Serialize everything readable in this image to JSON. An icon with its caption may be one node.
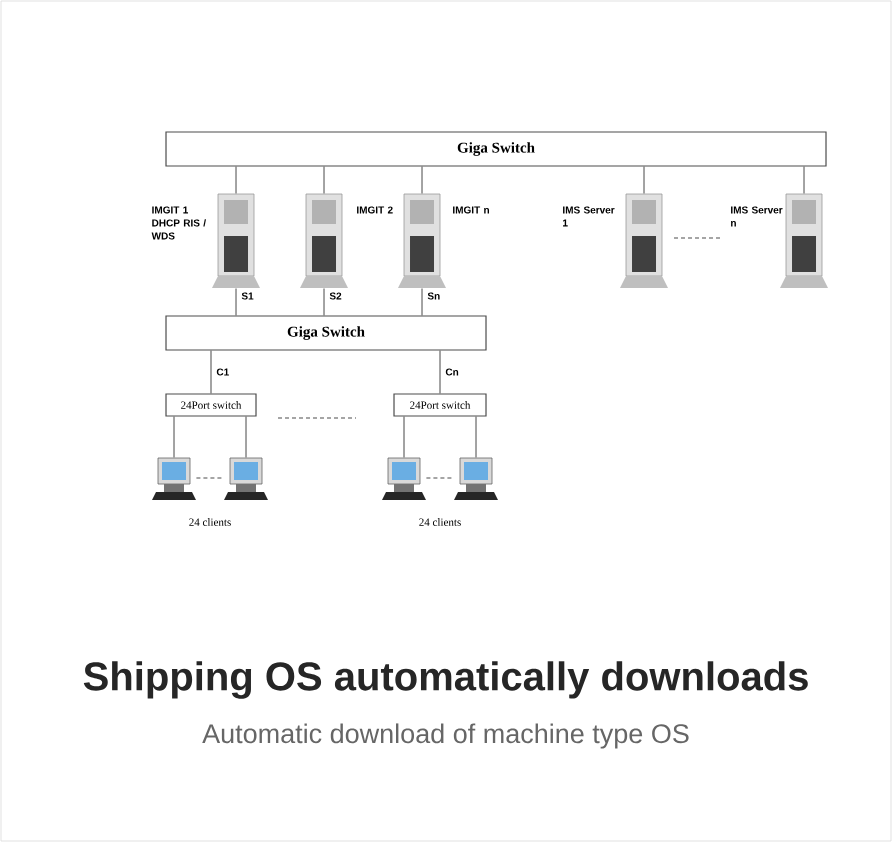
{
  "diagram": {
    "title": "Shipping OS automatically downloads",
    "caption": "Automatic download of machine type OS",
    "nodes": [
      {
        "text": [
          "Giga Switch"
        ]
      },
      {
        "text": [],
        "shape": "server",
        "beside": [
          "IMGIT 1 DHCP RIS / WDS"
        ]
      },
      {
        "text": [],
        "shape": "server",
        "beside": [
          "IMGIT 2"
        ]
      },
      {
        "text": [],
        "shape": "server",
        "beside": [
          "IMGIT n"
        ]
      },
      {
        "text": [],
        "shape": "server",
        "beside": [
          "IMS Server 1"
        ]
      },
      {
        "text": [],
        "shape": "server",
        "beside": [
          "IMS Server n"
        ]
      },
      {
        "text": [
          "Giga Switch"
        ]
      },
      {
        "text": [
          "24Port switch"
        ]
      },
      {
        "text": [
          "24Port switch"
        ]
      },
      {
        "text": [],
        "shape": "computer"
      },
      {
        "text": [],
        "shape": "computer"
      },
      {
        "text": [],
        "shape": "computer"
      },
      {
        "text": [],
        "shape": "computer"
      }
    ],
    "edges": [
      {
        "from": 0,
        "to": 1,
        "arrow": "none"
      },
      {
        "from": 0,
        "to": 2,
        "arrow": "none"
      },
      {
        "from": 0,
        "to": 3,
        "arrow": "none"
      },
      {
        "from": 0,
        "to": 4,
        "arrow": "none"
      },
      {
        "from": 0,
        "to": 5,
        "arrow": "none"
      },
      {
        "from": 1,
        "to": 6,
        "arrow": "none",
        "label": "S1"
      },
      {
        "from": 2,
        "to": 6,
        "arrow": "none",
        "label": "S2"
      },
      {
        "from": 3,
        "to": 6,
        "arrow": "none",
        "label": "Sn"
      },
      {
        "from": 6,
        "to": 7,
        "arrow": "none",
        "label": "C1"
      },
      {
        "from": 6,
        "to": 8,
        "arrow": "none",
        "label": "Cn"
      },
      {
        "from": 7,
        "to": 9,
        "arrow": "none"
      },
      {
        "from": 7,
        "to": 10,
        "arrow": "none"
      },
      {
        "from": 8,
        "to": 11,
        "arrow": "none"
      },
      {
        "from": 8,
        "to": 12,
        "arrow": "none"
      },
      {
        "from": 9,
        "to": 10,
        "arrow": "none",
        "style": "dashed"
      },
      {
        "from": 11,
        "to": 12,
        "arrow": "none",
        "style": "dashed"
      }
    ],
    "labels": [
      "24 clients",
      "24 clients"
    ]
  }
}
